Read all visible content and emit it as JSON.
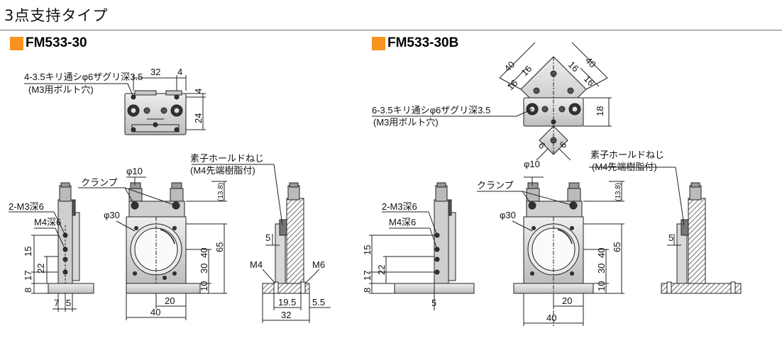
{
  "page": {
    "title": "3点支持タイプ"
  },
  "colors": {
    "accent": "#f7931e",
    "body": "#d8d8d8",
    "dark": "#3a3a3a",
    "line": "#222222"
  },
  "models": [
    {
      "name": "FM533-30"
    },
    {
      "name": "FM533-30B"
    }
  ],
  "labels": {
    "hole_spec": "4-3.5キリ通シφ6ザグリ深3.5",
    "hole_spec_b": "6-3.5キリ通シφ6ザグリ深3.5",
    "bolt_hole": "(M3用ボルト穴)",
    "clamp": "クランプ",
    "element_screw": "素子ホールドねじ",
    "element_screw_note": "(M4先端樹脂付)",
    "tap_2m3": "2-M3深6",
    "tap_m4": "M4深6",
    "phi10": "φ10",
    "phi30": "φ30",
    "m4": "M4",
    "m6": "M6"
  },
  "dims": {
    "d32": "32",
    "d4": "4",
    "d24": "24",
    "d40": "40",
    "d16": "16",
    "d18": "18",
    "d6": "6",
    "d13_8": "(13.8)",
    "d65": "65",
    "d30": "30",
    "d10": "10",
    "d20": "20",
    "d15": "15",
    "d17": "17",
    "d22": "22",
    "d8": "8",
    "d7": "7",
    "d5": "5",
    "d19_5": "19.5",
    "d5_5": "5.5"
  }
}
